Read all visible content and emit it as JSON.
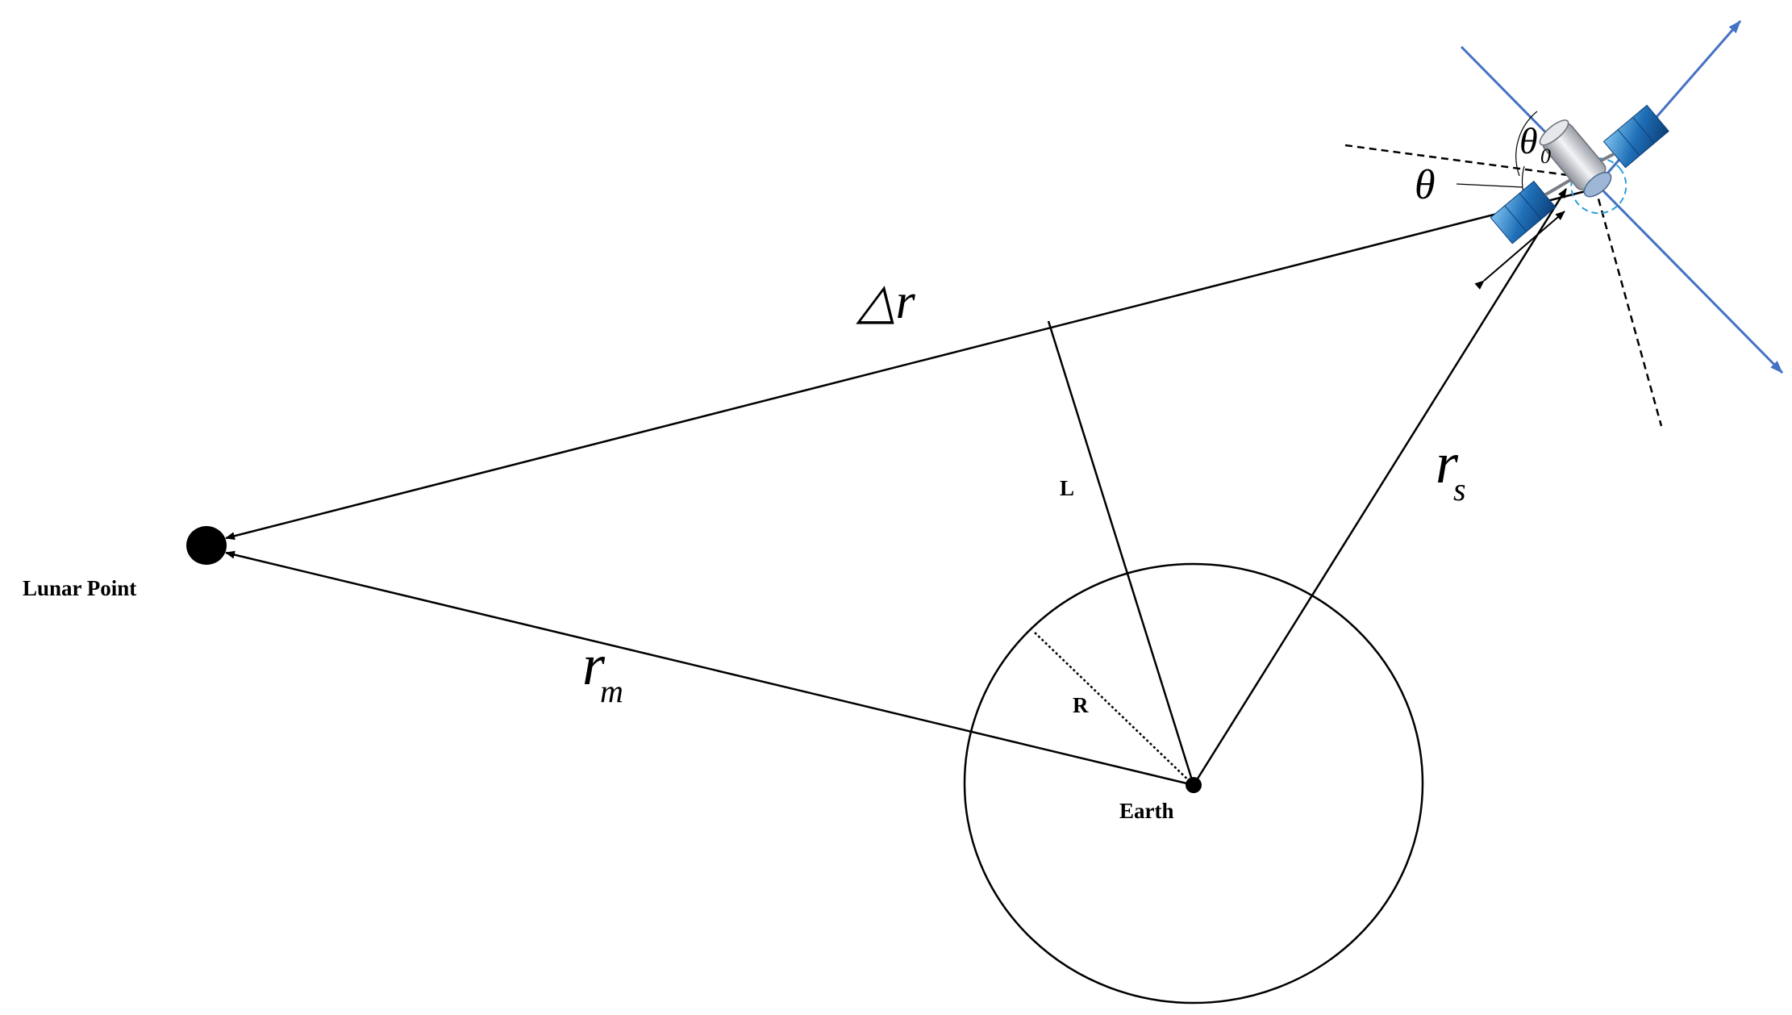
{
  "labels": {
    "lunar_point": "Lunar Point",
    "earth": "Earth",
    "L": "L",
    "R": "R",
    "delta_r": "△r",
    "r_m_main": "r",
    "r_m_sub": "m",
    "r_s_main": "r",
    "r_s_sub": "s",
    "theta": "θ",
    "theta0_main": "θ",
    "theta0_sub": "0"
  },
  "colors": {
    "line": "#000000",
    "satellite_axis": "#4472c4",
    "satellite_panel": "#1f6fb8",
    "satellite_body": "#c9ccd3",
    "satellite_ring": "#2a9fd8"
  },
  "icons": {
    "satellite": "satellite-icon"
  }
}
